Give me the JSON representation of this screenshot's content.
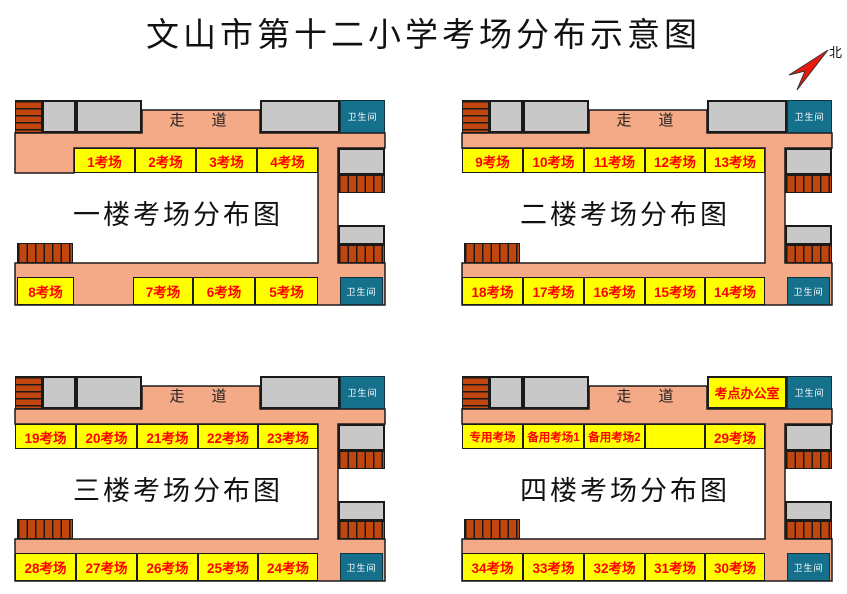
{
  "title": "文山市第十二小学考场分布示意图",
  "compass": {
    "label": "北"
  },
  "labels": {
    "corridor": "走　道",
    "bathroom": "卫生间"
  },
  "colors": {
    "corridor_fill": "#F5AA87",
    "exam_room_fill": "#FFFF00",
    "exam_room_text": "#FF0000",
    "stairs_fill": "#C0450F",
    "classroom_fill": "#C8C8C8",
    "bathroom_fill": "#15708C",
    "outline": "#1A1A1A",
    "north_arrow": "#E8190F"
  },
  "floors": [
    {
      "title": "一楼考场分布图",
      "top_rooms": [
        "1考场",
        "2考场",
        "3考场",
        "4考场"
      ],
      "bottom_rooms": [
        "8考场",
        "7考场",
        "6考场",
        "5考场"
      ]
    },
    {
      "title": "二楼考场分布图",
      "top_rooms": [
        "9考场",
        "10考场",
        "11考场",
        "12考场",
        "13考场"
      ],
      "bottom_rooms": [
        "18考场",
        "17考场",
        "16考场",
        "15考场",
        "14考场"
      ]
    },
    {
      "title": "三楼考场分布图",
      "top_rooms": [
        "19考场",
        "20考场",
        "21考场",
        "22考场",
        "23考场"
      ],
      "bottom_rooms": [
        "28考场",
        "27考场",
        "26考场",
        "25考场",
        "24考场"
      ]
    },
    {
      "title": "四楼考场分布图",
      "top_rooms": [
        "专用考场",
        "备用考场1",
        "备用考场2",
        "",
        "29考场"
      ],
      "bottom_rooms": [
        "34考场",
        "33考场",
        "32考场",
        "31考场",
        "30考场"
      ],
      "office": "考点办公室"
    }
  ]
}
